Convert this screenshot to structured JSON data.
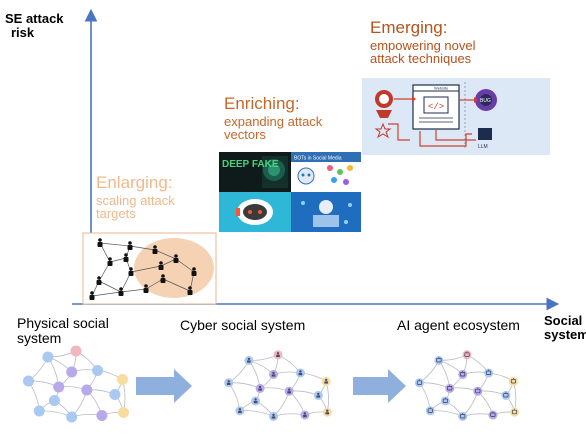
{
  "axes": {
    "y_title_line1": "SE attack",
    "y_title_line2": "risk",
    "x_title_line1": "Social",
    "x_title_line2": "system"
  },
  "stages": [
    {
      "title": "Enlarging:",
      "line1": "scaling attack",
      "line2": "targets",
      "color": "#f0b98a"
    },
    {
      "title": "Enriching:",
      "line1": "expanding attack",
      "line2": "vectors",
      "color": "#c8662a"
    },
    {
      "title": "Emerging:",
      "line1": "empowering novel",
      "line2": "attack techniques",
      "color": "#b6521c"
    }
  ],
  "systems": [
    {
      "line1": "Physical social",
      "line2": "system"
    },
    {
      "line1": "Cyber social system"
    },
    {
      "line1": "AI agent ecosystem"
    }
  ],
  "panels": {
    "deepfake_text": "DEEP FAKE",
    "social_media_text": "BOTs in Social Media",
    "website_text": "Website",
    "llm_text": "LLM"
  },
  "colors": {
    "axis": "#4a74c4",
    "arrow": "#8fb0dc",
    "enlarging": "#f0b98a",
    "enriching": "#c8662a",
    "emerging": "#b6521c",
    "panel_blue": "#dce8f6",
    "node_blue": "#a9c8f2",
    "node_purple": "#b9a8ea",
    "node_pink": "#f2b6c0",
    "node_yellow": "#f5dda0",
    "peach": "#f6d2b4"
  }
}
